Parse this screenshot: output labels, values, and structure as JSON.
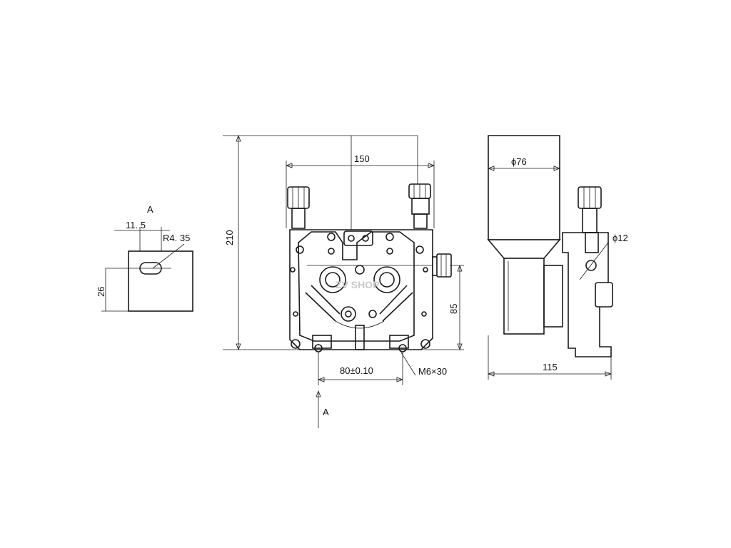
{
  "dimensions": {
    "width_150": "150",
    "height_210": "210",
    "height_85": "85",
    "spacing_80": "80±0.10",
    "bolt": "M6×30",
    "diameter_76": "ϕ76",
    "diameter_12": "ϕ12",
    "depth_115": "115"
  },
  "detail_a": {
    "label": "A",
    "width": "11. 5",
    "radius": "R4. 35",
    "height": "26"
  },
  "view_arrow_label": "A",
  "watermark": "ZV SHOP",
  "colors": {
    "line": "#1a1a1a",
    "background": "#ffffff"
  }
}
